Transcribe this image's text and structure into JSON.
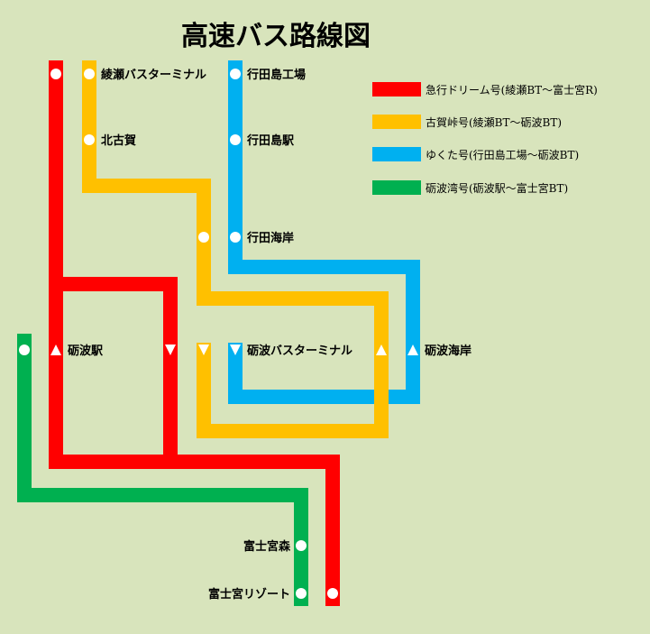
{
  "title": "高速バス路線図",
  "colors": {
    "background": "#d8e4bc",
    "red": "#ff0000",
    "yellow": "#ffc000",
    "blue": "#00b0f0",
    "green": "#00b050"
  },
  "legend": [
    {
      "color": "red",
      "label": "急行ドリーム号(綾瀬BT〜富士宮R)"
    },
    {
      "color": "yellow",
      "label": "古賀峠号(綾瀬BT〜砺波BT)"
    },
    {
      "color": "blue",
      "label": "ゆくた号(行田島工場〜砺波BT)"
    },
    {
      "color": "green",
      "label": "砺波湾号(砺波駅〜富士宮BT)"
    }
  ],
  "stops": {
    "ayase_bt": "綾瀬バスターミナル",
    "kitakoga": "北古賀",
    "gyoda_factory": "行田島工場",
    "gyoda_station": "行田島駅",
    "gyoda_coast": "行田海岸",
    "tonami_station": "砺波駅",
    "tonami_bt": "砺波バスターミナル",
    "tonami_coast": "砺波海岸",
    "fujinomiya_mori": "富士宮森",
    "fujinomiya_resort": "富士宮リゾート"
  }
}
